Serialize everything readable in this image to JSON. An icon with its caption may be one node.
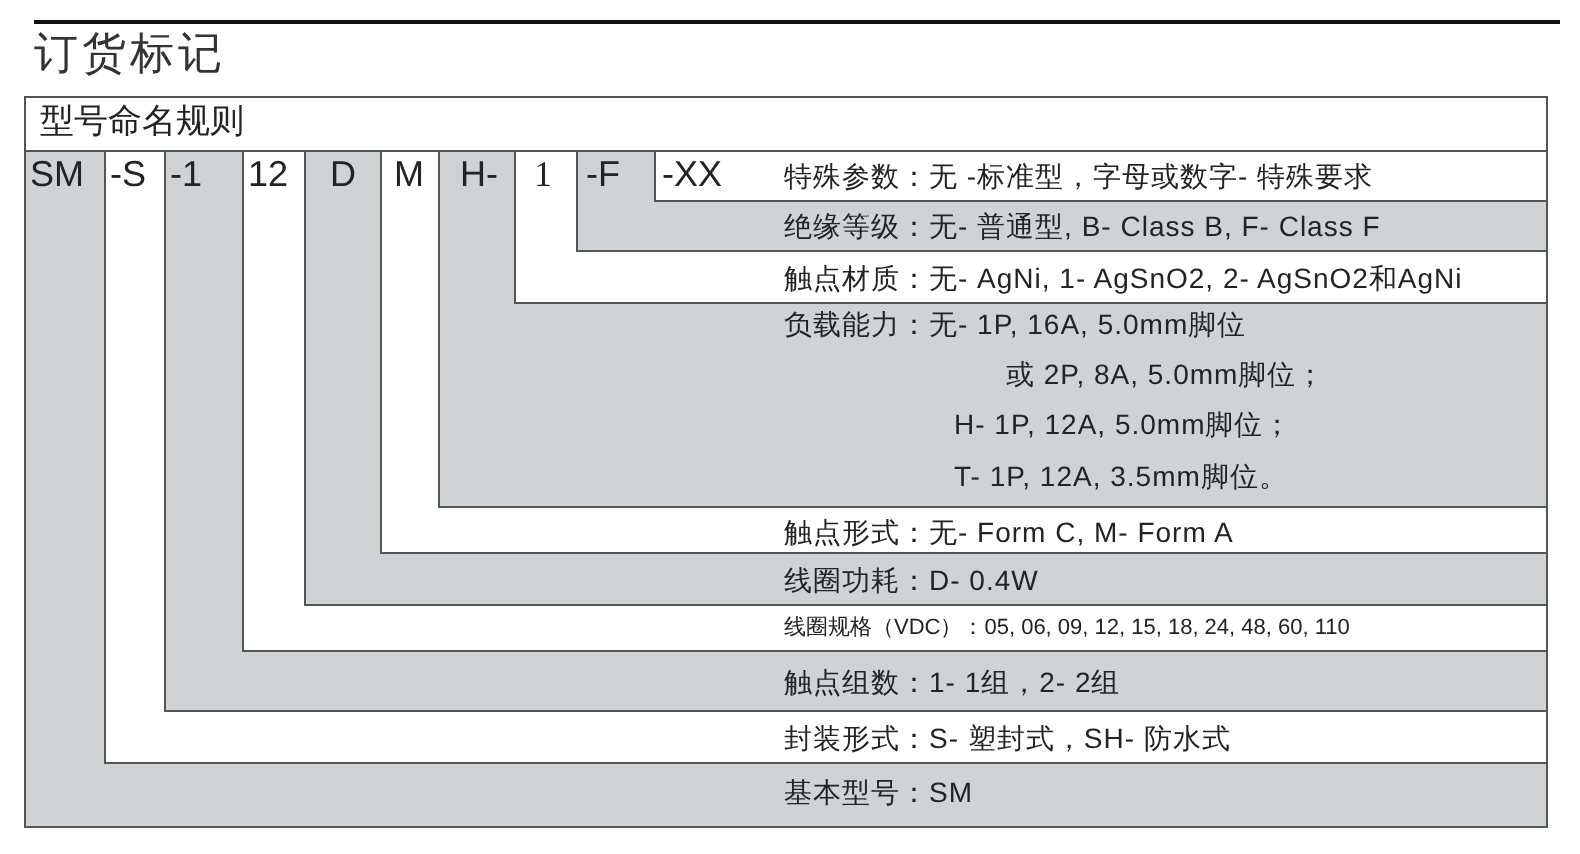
{
  "diagram": {
    "title": "订货标记",
    "nodes": [
      {
        "text": [
          "型号命名规则"
        ]
      },
      {
        "text": [
          "SM",
          "基本型号：SM"
        ],
        "in": 0
      },
      {
        "text": [
          "-S",
          "封装形式：S- 塑封式，SH- 防水式"
        ],
        "in": 1
      },
      {
        "text": [
          "-1",
          "触点组数：1- 1组，2- 2组"
        ],
        "in": 2
      },
      {
        "text": [
          "12",
          "线圈规格（VDC）：05, 06, 09, 12, 15, 18, 24, 48, 60, 110"
        ],
        "in": 3
      },
      {
        "text": [
          "D",
          "线圈功耗：D- 0.4W"
        ],
        "in": 4
      },
      {
        "text": [
          "M",
          "触点形式：无- Form C, M- Form A"
        ],
        "in": 5
      },
      {
        "text": [
          "H-",
          "负载能力：无- 1P, 16A, 5.0mm脚位",
          "或 2P, 8A, 5.0mm脚位；",
          "H- 1P, 12A, 5.0mm脚位；",
          "T- 1P, 12A, 3.5mm脚位。"
        ],
        "in": 6
      },
      {
        "text": [
          "1",
          "触点材质：无- AgNi, 1- AgSnO2, 2- AgSnO2和AgNi"
        ],
        "in": 7
      },
      {
        "text": [
          "-F",
          "绝缘等级：无- 普通型, B- Class B, F- Class F"
        ],
        "in": 8
      },
      {
        "text": [
          "-XX",
          "特殊参数：无 -标准型，字母或数字- 特殊要求"
        ],
        "in": 9
      }
    ]
  }
}
